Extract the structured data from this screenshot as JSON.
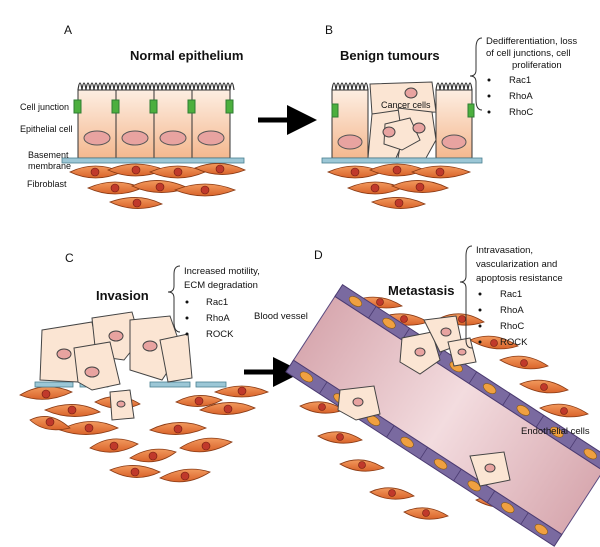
{
  "panels": {
    "a": {
      "letter": "A",
      "title": "Normal epithelium",
      "labels": {
        "cell_junction": "Cell junction",
        "epithelial_cell": "Epithelial cell",
        "basement_line1": "Basement",
        "basement_line2": "membrane",
        "fibroblast": "Fibroblast"
      }
    },
    "b": {
      "letter": "B",
      "title": "Benign tumours",
      "cancer_cells": "Cancer cells",
      "note_lines": [
        "Dedifferentiation, loss",
        "of cell junctions,  cell",
        "proliferation"
      ],
      "bullets": [
        "Rac1",
        "RhoA",
        "RhoC"
      ]
    },
    "c": {
      "letter": "C",
      "title": "Invasion",
      "note_lines": [
        "Increased motility,",
        "ECM degradation"
      ],
      "bullets": [
        "Rac1",
        "RhoA",
        "ROCK"
      ]
    },
    "d": {
      "letter": "D",
      "title": "Metastasis",
      "blood_vessel": "Blood vessel",
      "endothelial": "Endothelial cells",
      "note_lines": [
        "Intravasation,",
        "vascularization and",
        "apoptosis resistance"
      ],
      "bullets": [
        "Rac1",
        "RhoA",
        "RhoC",
        "ROCK"
      ]
    }
  },
  "colors": {
    "cell_fill": "#f8cba8",
    "cancer_fill": "#fbe5d3",
    "nucleus": "#e8a3a0",
    "junction": "#4caf3e",
    "membrane": "#9cc7d6",
    "fibroblast": "#e8773c",
    "fib_nucleus": "#c0392b",
    "vessel_outer": "#7a6aa0",
    "vessel_inner": "#e8c2c6",
    "endothelial_nucleus": "#f0a040"
  }
}
